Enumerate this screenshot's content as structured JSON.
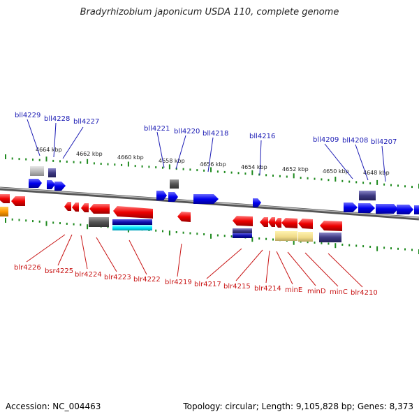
{
  "header": {
    "title": "Bradyrhizobium japonicum USDA 110, complete genome"
  },
  "footer": {
    "accession": "Accession: NC_004463",
    "summary": "Topology: circular; Length: 9,105,828 bp; Genes: 8,373"
  },
  "scale_labels": [
    "4664 kbp",
    "4662 kbp",
    "4660 kbp",
    "4658 kbp",
    "4656 kbp",
    "4654 kbp",
    "4652 kbp",
    "4650 kbp",
    "4648 kbp"
  ],
  "top_genes": [
    "bll4229",
    "bll4228",
    "bll4227",
    "bll4221",
    "bll4220",
    "bll4218",
    "bll4216",
    "bll4209",
    "bll4208",
    "bll4207"
  ],
  "bottom_genes": [
    "blr4226",
    "bsr4225",
    "blr4224",
    "blr4223",
    "blr4222",
    "blr4219",
    "blr4217",
    "blr4215",
    "blr4214",
    "minE",
    "minD",
    "minC",
    "blr4210"
  ],
  "colors": {
    "top_strand": "#0a0ae6",
    "bottom_strand": "#e60a0a",
    "tick": "#1f8a1f",
    "backbone": "#888888",
    "orange_feature": "#ff9900"
  }
}
